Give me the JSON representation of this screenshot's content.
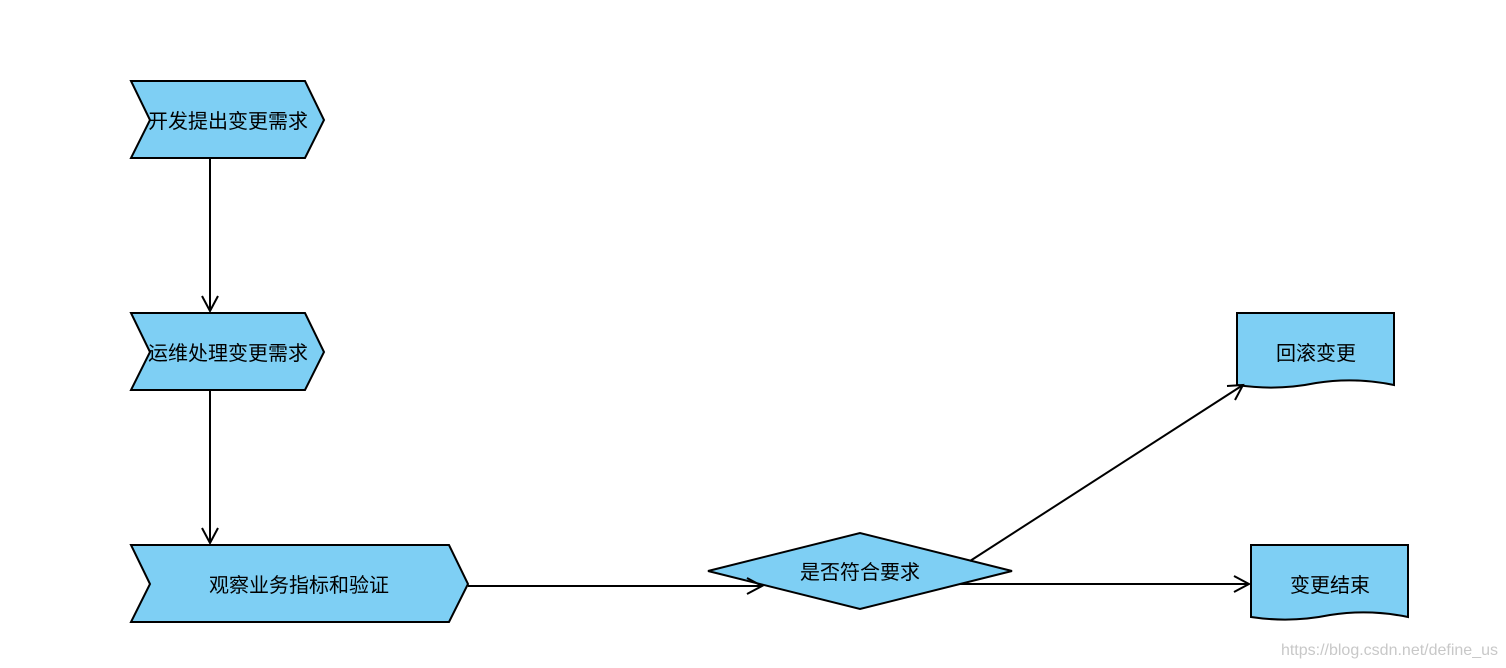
{
  "diagram": {
    "nodes": {
      "dev_request": {
        "label": "开发提出变更需求"
      },
      "ops_handle": {
        "label": "运维处理变更需求"
      },
      "observe_verify": {
        "label": "观察业务指标和验证"
      },
      "decision": {
        "label": "是否符合要求"
      },
      "rollback": {
        "label": "回滚变更"
      },
      "change_end": {
        "label": "变更结束"
      }
    },
    "edges": [
      {
        "from": "dev_request",
        "to": "ops_handle"
      },
      {
        "from": "ops_handle",
        "to": "observe_verify"
      },
      {
        "from": "observe_verify",
        "to": "decision"
      },
      {
        "from": "decision",
        "to": "rollback"
      },
      {
        "from": "decision",
        "to": "change_end"
      }
    ],
    "colors": {
      "fill": "#7ecff4",
      "stroke": "#000000",
      "text": "#000000"
    }
  },
  "watermark": "https://blog.csdn.net/define_us"
}
